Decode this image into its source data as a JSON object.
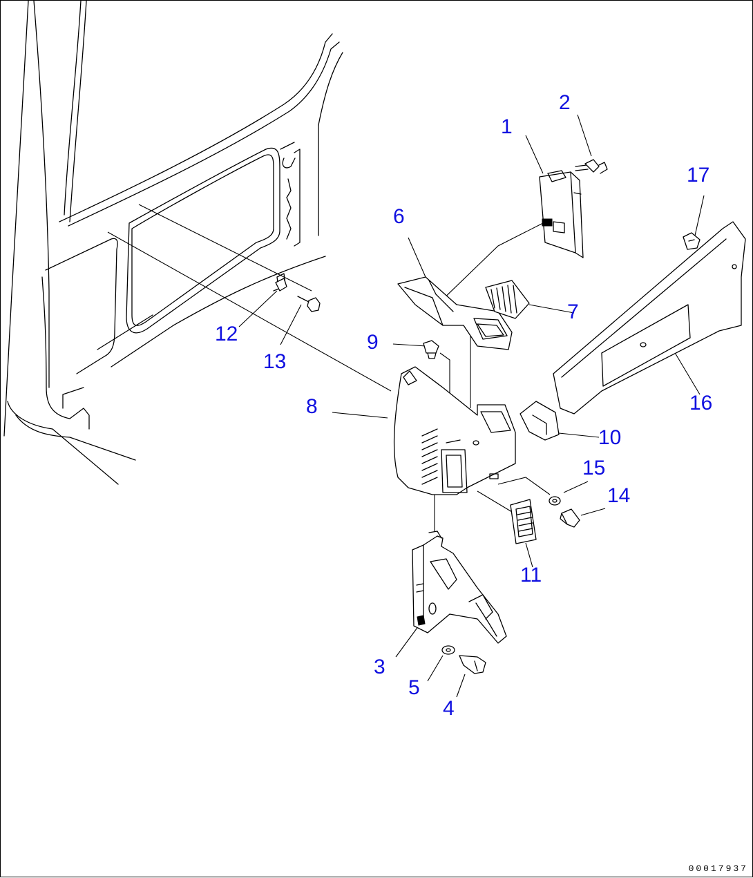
{
  "diagram": {
    "callouts": [
      {
        "id": "1",
        "label": "1"
      },
      {
        "id": "2",
        "label": "2"
      },
      {
        "id": "3",
        "label": "3"
      },
      {
        "id": "4",
        "label": "4"
      },
      {
        "id": "5",
        "label": "5"
      },
      {
        "id": "6",
        "label": "6"
      },
      {
        "id": "7",
        "label": "7"
      },
      {
        "id": "8",
        "label": "8"
      },
      {
        "id": "9",
        "label": "9"
      },
      {
        "id": "10",
        "label": "10"
      },
      {
        "id": "11",
        "label": "11"
      },
      {
        "id": "12",
        "label": "12"
      },
      {
        "id": "13",
        "label": "13"
      },
      {
        "id": "14",
        "label": "14"
      },
      {
        "id": "15",
        "label": "15"
      },
      {
        "id": "16",
        "label": "16"
      },
      {
        "id": "17",
        "label": "17"
      }
    ],
    "drawing_code": "00017937",
    "callout_color": "#1010e0",
    "line_color": "#000000"
  }
}
